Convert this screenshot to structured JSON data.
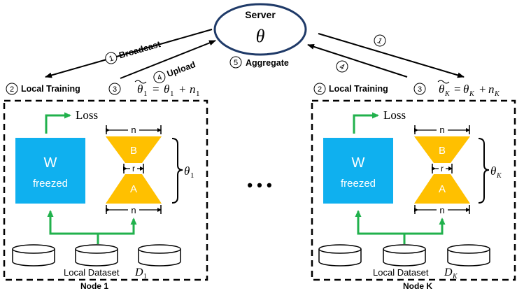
{
  "server": {
    "title": "Server",
    "symbol": "θ"
  },
  "steps": {
    "broadcast": {
      "num": "1",
      "label": "Broadcast"
    },
    "local_training": {
      "num": "2",
      "label": "Local Training"
    },
    "noise": {
      "num": "3"
    },
    "upload": {
      "num": "4",
      "label": "Upload"
    },
    "aggregate": {
      "num": "5",
      "label": "Aggregate"
    }
  },
  "node1": {
    "name": "Node 1",
    "noise_formula": {
      "lhs": "θ",
      "lhs_sub": "1",
      "rhs1": "θ",
      "rhs1_sub": "1",
      "rhs2": "n",
      "rhs2_sub": "1"
    },
    "theta": {
      "sym": "θ",
      "sub": "1"
    },
    "dataset": {
      "label": "Local Dataset ",
      "sym": "D",
      "sub": "1"
    }
  },
  "nodeK": {
    "name": "Node K",
    "noise_formula": {
      "lhs": "θ",
      "lhs_sub": "K",
      "rhs1": "θ",
      "rhs1_sub": "K",
      "rhs2": "n",
      "rhs2_sub": "K"
    },
    "theta": {
      "sym": "θ",
      "sub": "K"
    },
    "dataset": {
      "label": "Local Dataset ",
      "sym": "D",
      "sub": "K"
    }
  },
  "model": {
    "w_label": "W",
    "w_sub": "freezed",
    "loss": "Loss",
    "lora_b": "B",
    "lora_a": "A",
    "dim_n": "n",
    "dim_r": "r"
  },
  "ellipsis": "• • •",
  "colors": {
    "w_block": "#0fb0ef",
    "lora": "#ffc000",
    "arrow_green": "#21b14c",
    "line": "#000000"
  }
}
